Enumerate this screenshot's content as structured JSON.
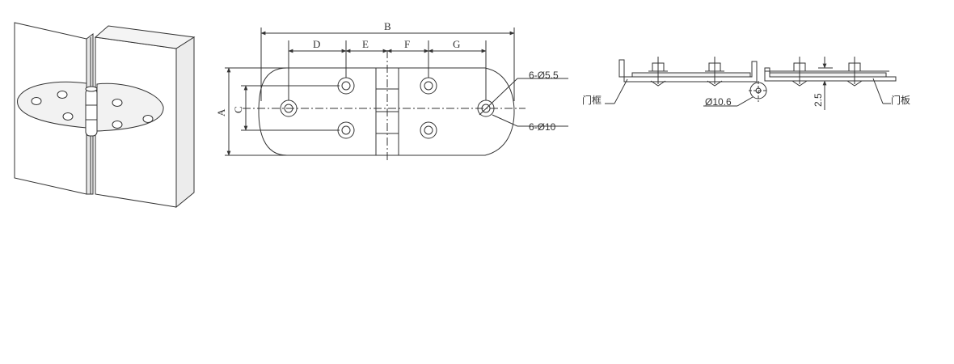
{
  "plan_view": {
    "dims": {
      "a": "A",
      "b": "B",
      "c": "C",
      "d": "D",
      "e": "E",
      "f": "F",
      "g": "G"
    },
    "hole_small": "6-Ø5.5",
    "hole_large": "6-Ø10"
  },
  "side_view": {
    "frame_label": "门框",
    "panel_label": "门板",
    "pivot_dia": "Ø10.6",
    "thickness": "2.5"
  },
  "colors": {
    "line": "#333333",
    "panel_fill": "#ffffff",
    "plate_fill": "#f2f2f2"
  }
}
